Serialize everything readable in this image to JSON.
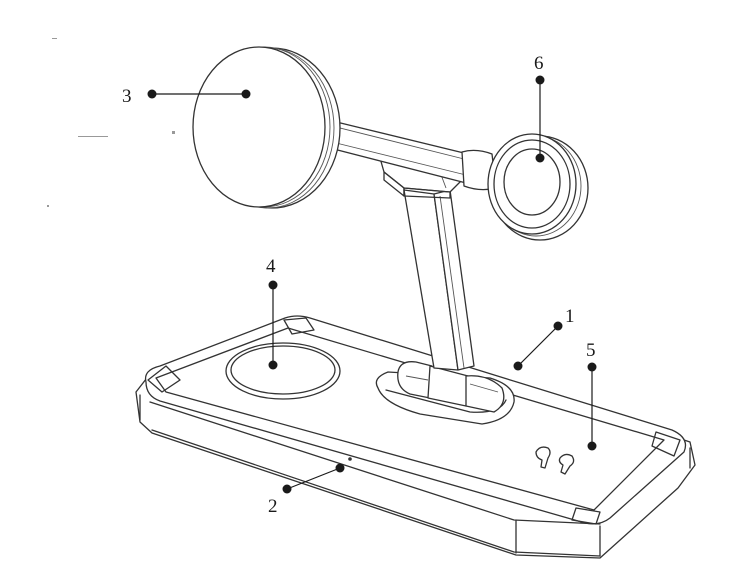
{
  "callouts": [
    {
      "id": "1",
      "label": "1"
    },
    {
      "id": "2",
      "label": "2"
    },
    {
      "id": "3",
      "label": "3"
    },
    {
      "id": "4",
      "label": "4"
    },
    {
      "id": "5",
      "label": "5"
    },
    {
      "id": "6",
      "label": "6"
    }
  ],
  "colors": {
    "line": "#333333",
    "leader": "#1a1a1a",
    "background": "#ffffff"
  }
}
